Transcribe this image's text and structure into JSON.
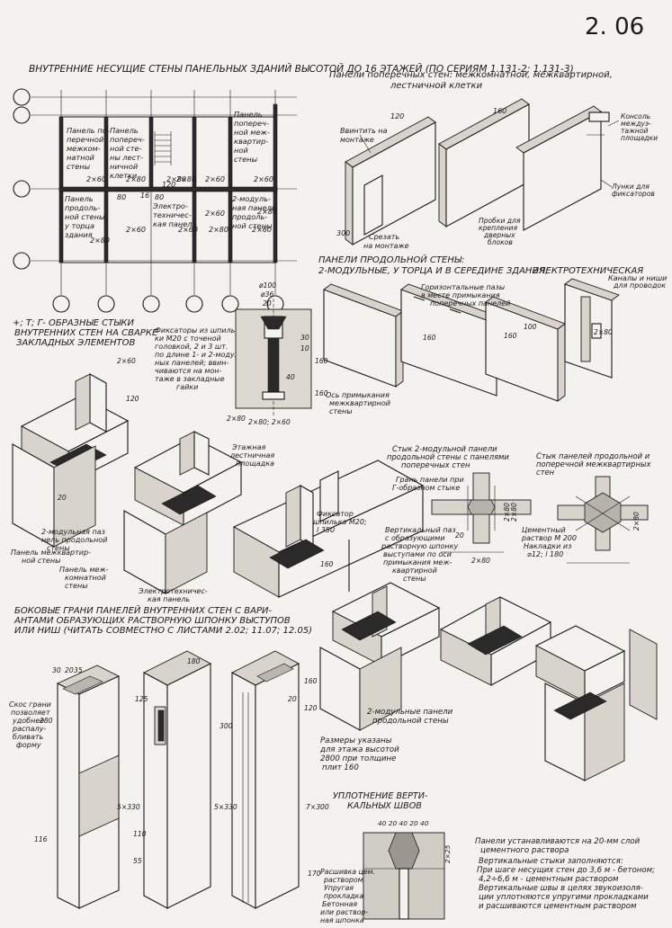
{
  "sheet": {
    "number": "2. 06",
    "title": "ВНУТРЕННИЕ НЕСУЩИЕ СТЕНЫ ПАНЕЛЬНЫХ ЗДАНИЙ ВЫСОТОЙ ДО 16 ЭТАЖЕЙ (ПО СЕРИЯМ 1.131-2; 1.131-3)"
  },
  "plan": {
    "cells": [
      {
        "l1": "Панель по-",
        "l2": "перечной",
        "l3": "межком-",
        "l4": "натной",
        "l5": "стены"
      },
      {
        "l1": "Панель",
        "l2": "попереч-",
        "l3": "ной сте-",
        "l4": "ны лест-",
        "l5": "ничной",
        "l6": "клетки"
      },
      {
        "l1": "Панель",
        "l2": "попереч-",
        "l3": "ной меж-",
        "l4": "квартир-",
        "l5": "ной",
        "l6": "стены"
      },
      {
        "l1": "Панель",
        "l2": "продоль-",
        "l3": "ной стены",
        "l4": "у торца",
        "l5": "здания"
      },
      {
        "l1": "Электро-",
        "l2": "техничес-",
        "l3": "кая панель"
      },
      {
        "l1": "2-модуль-",
        "l2": "ная панель",
        "l3": "продоль-",
        "l4": "ной стены"
      }
    ],
    "dims": [
      "2×60",
      "2×80",
      "2×80",
      "2×60",
      "2×60",
      "2×60",
      "2×60",
      "2×80",
      "2×80",
      "2×60",
      "2×60",
      "2×80",
      "120",
      "80",
      "80",
      "16",
      "2×80"
    ]
  },
  "cross_panels": {
    "title1": "Панели поперечных стен: межкомнатной, межквартирной,",
    "title2": "лестничной клетки",
    "screw": "Ввинтить на",
    "screw2": "монтаже",
    "cut": "Срезать",
    "cut2": "на монтаже",
    "plugs": "Пробки для",
    "plugs2": "крепления",
    "plugs3": "дверных",
    "plugs4": "блоков",
    "console": "Консоль",
    "console2": "междуэ-",
    "console3": "тажной",
    "console4": "площадки",
    "holes": "Лунки для",
    "holes2": "фиксаторов",
    "d120": "120",
    "d160": "160",
    "d300": "300"
  },
  "long_panels": {
    "title": "ПАНЕЛИ ПРОДОЛЬНОЙ СТЕНЫ:",
    "title2": "2-МОДУЛЬНЫЕ, У ТОРЦА И В СЕРЕДИНЕ ЗДАНИЯ;",
    "electro": "ЭЛЕКТРОТЕХНИЧЕСКАЯ",
    "grooves": "Горизонтальные пазы",
    "grooves2": "в месте примыкания",
    "grooves3": "поперечных панелей",
    "channels": "Каналы и ниши",
    "channels2": "для проводок",
    "axis": "Ось примыкания",
    "axis2": "межквартирной",
    "axis3": "стены",
    "d160a": "160",
    "d160b": "160",
    "d100": "100",
    "d2x80": "2×80"
  },
  "joints": {
    "title1": "+; Т; Г- ОБРАЗНЫЕ СТЫКИ",
    "title2": "ВНУТРЕННИХ СТЕН НА СВАРКЕ",
    "title3": "ЗАКЛАДНЫХ ЭЛЕМЕНТОВ",
    "fix1": "Фиксаторы из шпиль-",
    "fix2": "ки М20 с точеной",
    "fix3": "головкой, 2 и 3 шт.",
    "fix4": "по длине 1- и 2-модуль-",
    "fix5": "ных панелей; ввин-",
    "fix6": "чиваются на мон-",
    "fix7": "таже в закладные",
    "fix8": "гайки",
    "d100": "ø100",
    "d36": "ø36",
    "d20": "20",
    "d30": "30",
    "d10": "10",
    "d160a": "160",
    "d160b": "160",
    "d40": "40",
    "d2x80": "2×80; 2×60",
    "landing": "Этажная",
    "landing2": "лестничная",
    "landing3": "площадка",
    "modgroove": "2-модульная паз",
    "modgroove2": "нель продольной",
    "modgroove3": "стены",
    "interflat": "Панель межквартир-",
    "interflat2": "ной стены",
    "interroom": "Панель меж-",
    "interroom2": "комнатной",
    "interroom3": "стены",
    "electro": "Электротехничес-",
    "electro2": "кая панель",
    "fixator": "Фиксатор",
    "fixator2": "шпилька М20;",
    "fixator3": "l 350",
    "d2x60": "2×60",
    "d2x80b": "2×80",
    "d120": "120",
    "d160c": "160"
  },
  "joint_plans": {
    "title1a": "Стык 2-модульной панели",
    "title1b": "продольной стены с панелями",
    "title1c": "поперечных стен",
    "title2a": "Стык панелей продольной и",
    "title2b": "поперечной межквартирных",
    "title2c": "стен",
    "face": "Грань панели при",
    "face2": "Г-образном стыке",
    "vgroove": "Вертикальный паз",
    "vgroove2": "с образующими",
    "vgroove3": "растворную шпонку",
    "vgroove4": "выступами по оси",
    "vgroove5": "примыкания меж-",
    "vgroove6": "квартирной",
    "vgroove7": "стены",
    "cement": "Цементный",
    "cement2": "раствор М 200",
    "cement3": "Накладки из",
    "cement4": "⌀12; l 180",
    "d2x80a": "2×80",
    "d2x80b": "2×80",
    "d2x80c": "2×80",
    "d2x80d": "2×80",
    "d20": "20"
  },
  "faces": {
    "title1": "БОКОВЫЕ ГРАНИ ПАНЕЛЕЙ ВНУТРЕННИХ СТЕН С ВАРИ-",
    "title2": "АНТАМИ ОБРАЗУЮЩИХ РАСТВОРНУЮ ШПОНКУ ВЫСТУПОВ",
    "title3": "ИЛИ НИШ (ЧИТАТЬ СОВМЕСТНО С ЛИСТАМИ 2.02; 11.07; 12.05)",
    "bevel": "Скос грани",
    "bevel2": "позволяет",
    "bevel3": "удобнее",
    "bevel4": "распалу-",
    "bevel5": "бливать",
    "bevel6": "форму",
    "dims_note": "Размеры указаны",
    "dims_note2": "для этажа высотой",
    "dims_note3": "2800 при толщине",
    "dims_note4": "плит 160",
    "modpanel": "2-модульные панели",
    "modpanel2": "продольной стены",
    "d30": "30",
    "d20": "20",
    "d35": "35",
    "d280": "280",
    "d116": "116",
    "d180": "180",
    "d125": "125",
    "d300": "300",
    "d110": "110",
    "d55a": "5×330",
    "d55b": "5×330",
    "d55": "55",
    "d7x300": "7×300",
    "d160": "160",
    "d170": "170",
    "d20b": "20",
    "d120": "120"
  },
  "seal": {
    "title1": "УПЛОТНЕНИЕ ВЕРТИ-",
    "title2": "КАЛЬНЫХ ШВОВ",
    "dims": "40 20 40 20 40",
    "d2x25": "2×25",
    "l1": "Расшивка цем.",
    "l2": "раствором",
    "l3": "Упругая",
    "l4": "прокладка",
    "l5": "Бетонная",
    "l6": "или раствор-",
    "l7": "ная шпонка"
  },
  "notes": {
    "n1": "Панели устанавливаются на 20-мм слой",
    "n2": "цементного раствора",
    "n3": "Вертикальные стыки заполняются:",
    "n4": "При шаге несущих стен до 3,6 м - бетоном;",
    "n5": "4,2÷6,6 м - цементным раствором",
    "n6": "Вертикальные швы в целях звукоизоля-",
    "n7": "ции уплотняются упругими прокладками",
    "n8": "и расшиваются цементным раствором"
  }
}
